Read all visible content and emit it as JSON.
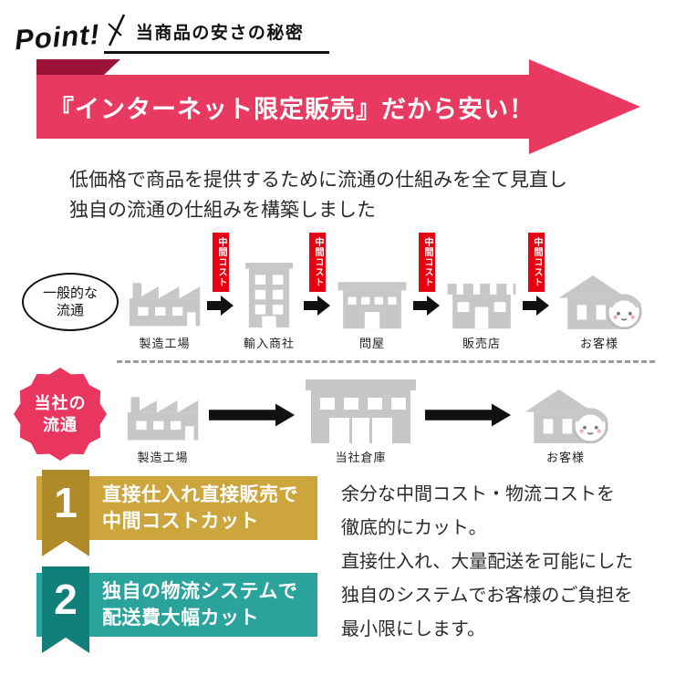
{
  "colors": {
    "banner_red": "#e83a60",
    "banner_fold_red": "#9c1238",
    "badge_red": "#e60012",
    "gold": "#cda53d",
    "gold_dark": "#b18a28",
    "teal": "#2aa39d",
    "teal_dark": "#11807b",
    "icon_gray": "#c7c7c7",
    "arrow_black": "#111111"
  },
  "header": {
    "logo": "Point!",
    "title": "当商品の安さの秘密"
  },
  "banner": {
    "text": "『インターネット限定販売』だから安い！"
  },
  "intro": {
    "line1": "低価格で商品を提供するために流通の仕組みを全て見直し",
    "line2": "独自の流通の仕組みを構築しました"
  },
  "general_flow": {
    "label_line1": "一般的な",
    "label_line2": "流通",
    "cost_badge": "中間コスト",
    "steps": [
      "製造工場",
      "輸入商社",
      "問屋",
      "販売店",
      "お客様"
    ]
  },
  "our_flow": {
    "label_line1": "当社の",
    "label_line2": "流通",
    "steps": [
      "製造工場",
      "当社倉庫",
      "お客様"
    ]
  },
  "points": [
    {
      "number": "1",
      "line1": "直接仕入れ直接販売で",
      "line2": "中間コストカット"
    },
    {
      "number": "2",
      "line1": "独自の物流システムで",
      "line2": "配送費大幅カット"
    }
  ],
  "description": {
    "lines": [
      "余分な中間コスト・物流コストを",
      "徹底的にカット。",
      "直接仕入れ、大量配送を可能にした",
      "独自のシステムでお客様のご負担を",
      "最小限にします。"
    ]
  }
}
